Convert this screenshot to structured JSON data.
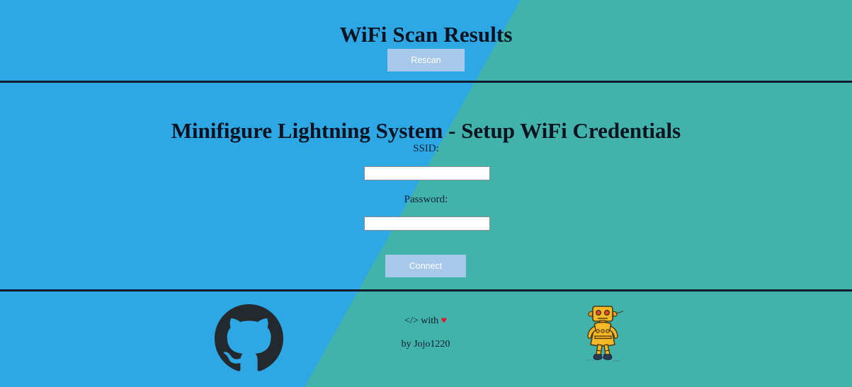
{
  "theme": {
    "background_blue": "#2ea8e5",
    "background_teal": "#41b3ab",
    "button_blue": "#a8c8ea",
    "button_text": "#ffffff",
    "heading_color": "#0b1320",
    "divider_color": "#111c2b",
    "heart_color": "#e8182a",
    "github_logo_color": "#24292e",
    "robot_body_color": "#f5b827"
  },
  "scan_section": {
    "title": "WiFi Scan Results",
    "rescan_label": "Rescan"
  },
  "setup_section": {
    "title": "Minifigure Lightning System - Setup WiFi Credentials",
    "ssid_label": "SSID:",
    "ssid_value": "",
    "ssid_placeholder": "",
    "password_label": "Password:",
    "password_value": "",
    "password_placeholder": "",
    "connect_label": "Connect"
  },
  "footer": {
    "github_icon": "github-octocat-icon",
    "credit_prefix": "</> with",
    "heart": "♥",
    "credit_author": "by Jojo1220",
    "robot_icon": "minifigure-robot-icon"
  }
}
